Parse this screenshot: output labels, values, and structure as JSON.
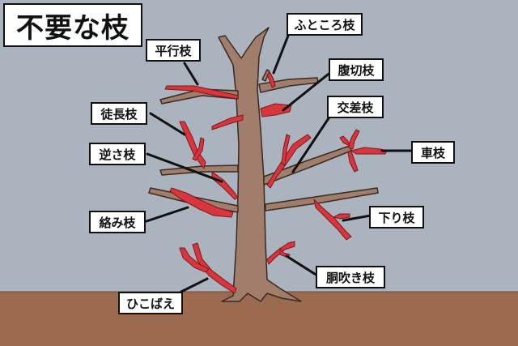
{
  "title": "不要な枝",
  "labels": {
    "heikou": "平行枝",
    "futokoro": "ふところ枝",
    "fukusetsu": "腹切枝",
    "tochou": "徒長枝",
    "kousa": "交差枝",
    "gyakusa": "逆さ枝",
    "kuruma": "車枝",
    "shitari": "下り枝",
    "karami": "絡み枝",
    "dobuki": "胴吹き枝",
    "hikobae": "ひこばえ"
  },
  "colors": {
    "sky": "#aab3be",
    "ground": "#9b6a4f",
    "trunk": "#a07e6b",
    "unwanted_branch": "#d8363c",
    "outline": "#111111"
  }
}
